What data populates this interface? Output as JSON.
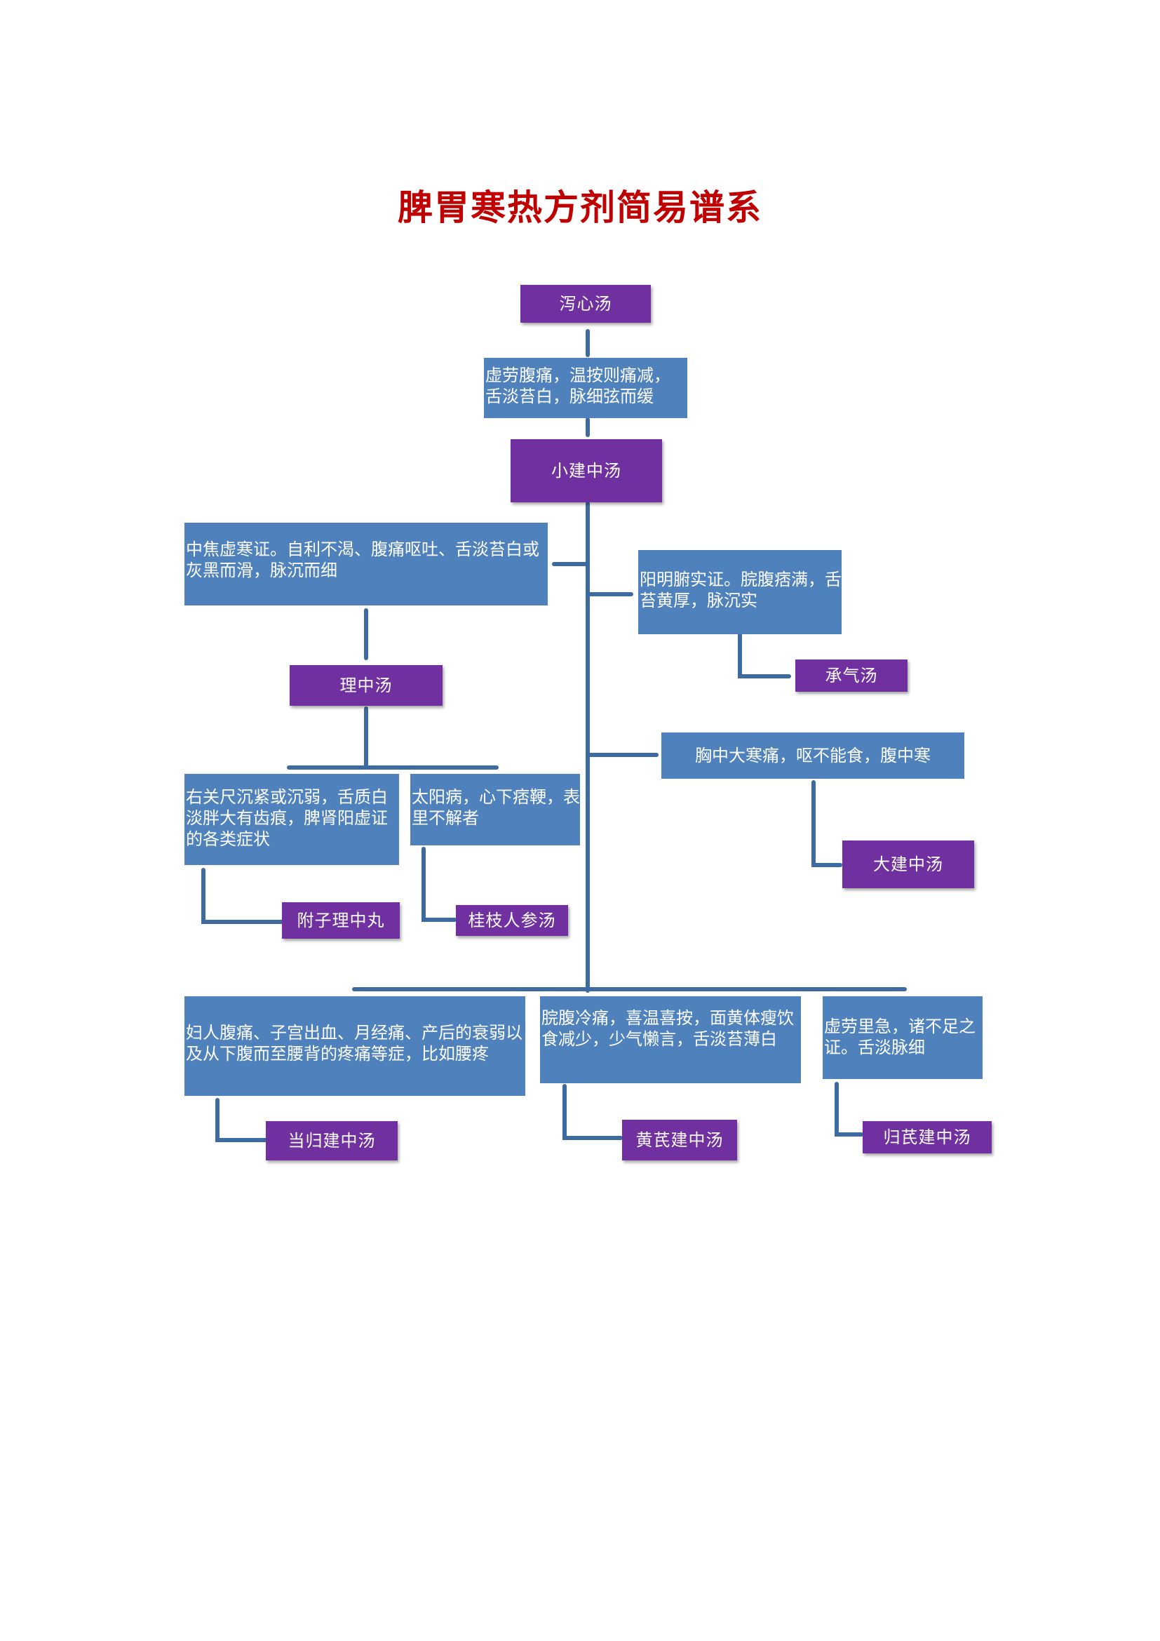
{
  "title": "脾胃寒热方剂简易谱系",
  "colors": {
    "title": "#c00000",
    "formula": "#7030a0",
    "symptom": "#4f81bd",
    "connector": "#3d6aa0"
  },
  "nodes": {
    "xiexin": "泻心汤",
    "xujiao_sym": "虚劳腹痛，温按则痛减，舌淡苔白，脉细弦而缓",
    "xiaojianzhong": "小建中汤",
    "zhongjiao_sym": "中焦虚寒证。自利不渴、腹痛呕吐、舌淡苔白或灰黑而滑，脉沉而细",
    "lizhong": "理中汤",
    "yangming_sym": "阳明腑实证。脘腹痞满，舌苔黄厚，脉沉实",
    "chengqi": "承气汤",
    "xiongzhong_sym": "胸中大寒痛，呕不能食，腹中寒",
    "dajianzhong": "大建中汤",
    "youguan_sym": "右关尺沉紧或沉弱，舌质白淡胖大有齿痕，脾肾阳虚证的各类症状",
    "fuzilizhong": "附子理中丸",
    "taiyang_sym": "太阳病，心下痞鞕，表里不解者",
    "guizhirenshen": "桂枝人参汤",
    "furen_sym": "妇人腹痛、子宫出血、月经痛、产后的衰弱以及从下腹而至腰背的疼痛等症，比如腰疼",
    "dangguijianzhong": "当归建中汤",
    "wanfu_sym": "脘腹冷痛，喜温喜按，面黄体瘦饮食减少，少气懒言，舌淡苔薄白",
    "huangqijianzhong": "黄芪建中汤",
    "xulao_sym": "虚劳里急，诸不足之证。舌淡脉细",
    "guiqijianzhong": "归芪建中汤"
  }
}
